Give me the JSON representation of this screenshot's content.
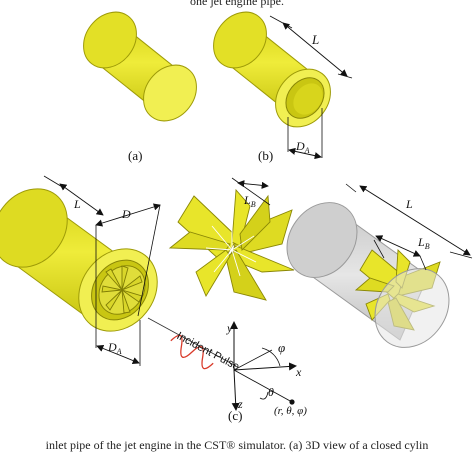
{
  "caption_top": "one jet engine pipe.",
  "caption_bottom": "inlet pipe of the jet engine in the CST® simulator. (a) 3D view of a closed cylin",
  "colors": {
    "yellow": "#e8e52a",
    "yellow_dark": "#b8b50c",
    "yellow_face": "#f1ef52",
    "gray_cyl": "#d3d3d3",
    "pulse": "#d93a2a"
  },
  "panels": {
    "a": {
      "label": "(a)"
    },
    "b": {
      "label": "(b)",
      "dim_length": "L",
      "dim_diameter": "D",
      "dim_diameter_sub": "A"
    },
    "c": {
      "label": "(c)",
      "dim_L_left": "L",
      "dim_D": "D",
      "dim_DA": "D",
      "dim_DA_sub": "A",
      "dim_LB_blades": "L",
      "dim_LB_blades_sub": "B",
      "dim_L_right": "L",
      "dim_LB_right": "L",
      "dim_LB_right_sub": "B",
      "incident_pulse": "Incident Pulse",
      "axis_x": "x",
      "axis_y": "y",
      "axis_z": "z",
      "angle_phi": "φ",
      "angle_theta": "θ",
      "point": "(r, θ, φ)"
    }
  }
}
